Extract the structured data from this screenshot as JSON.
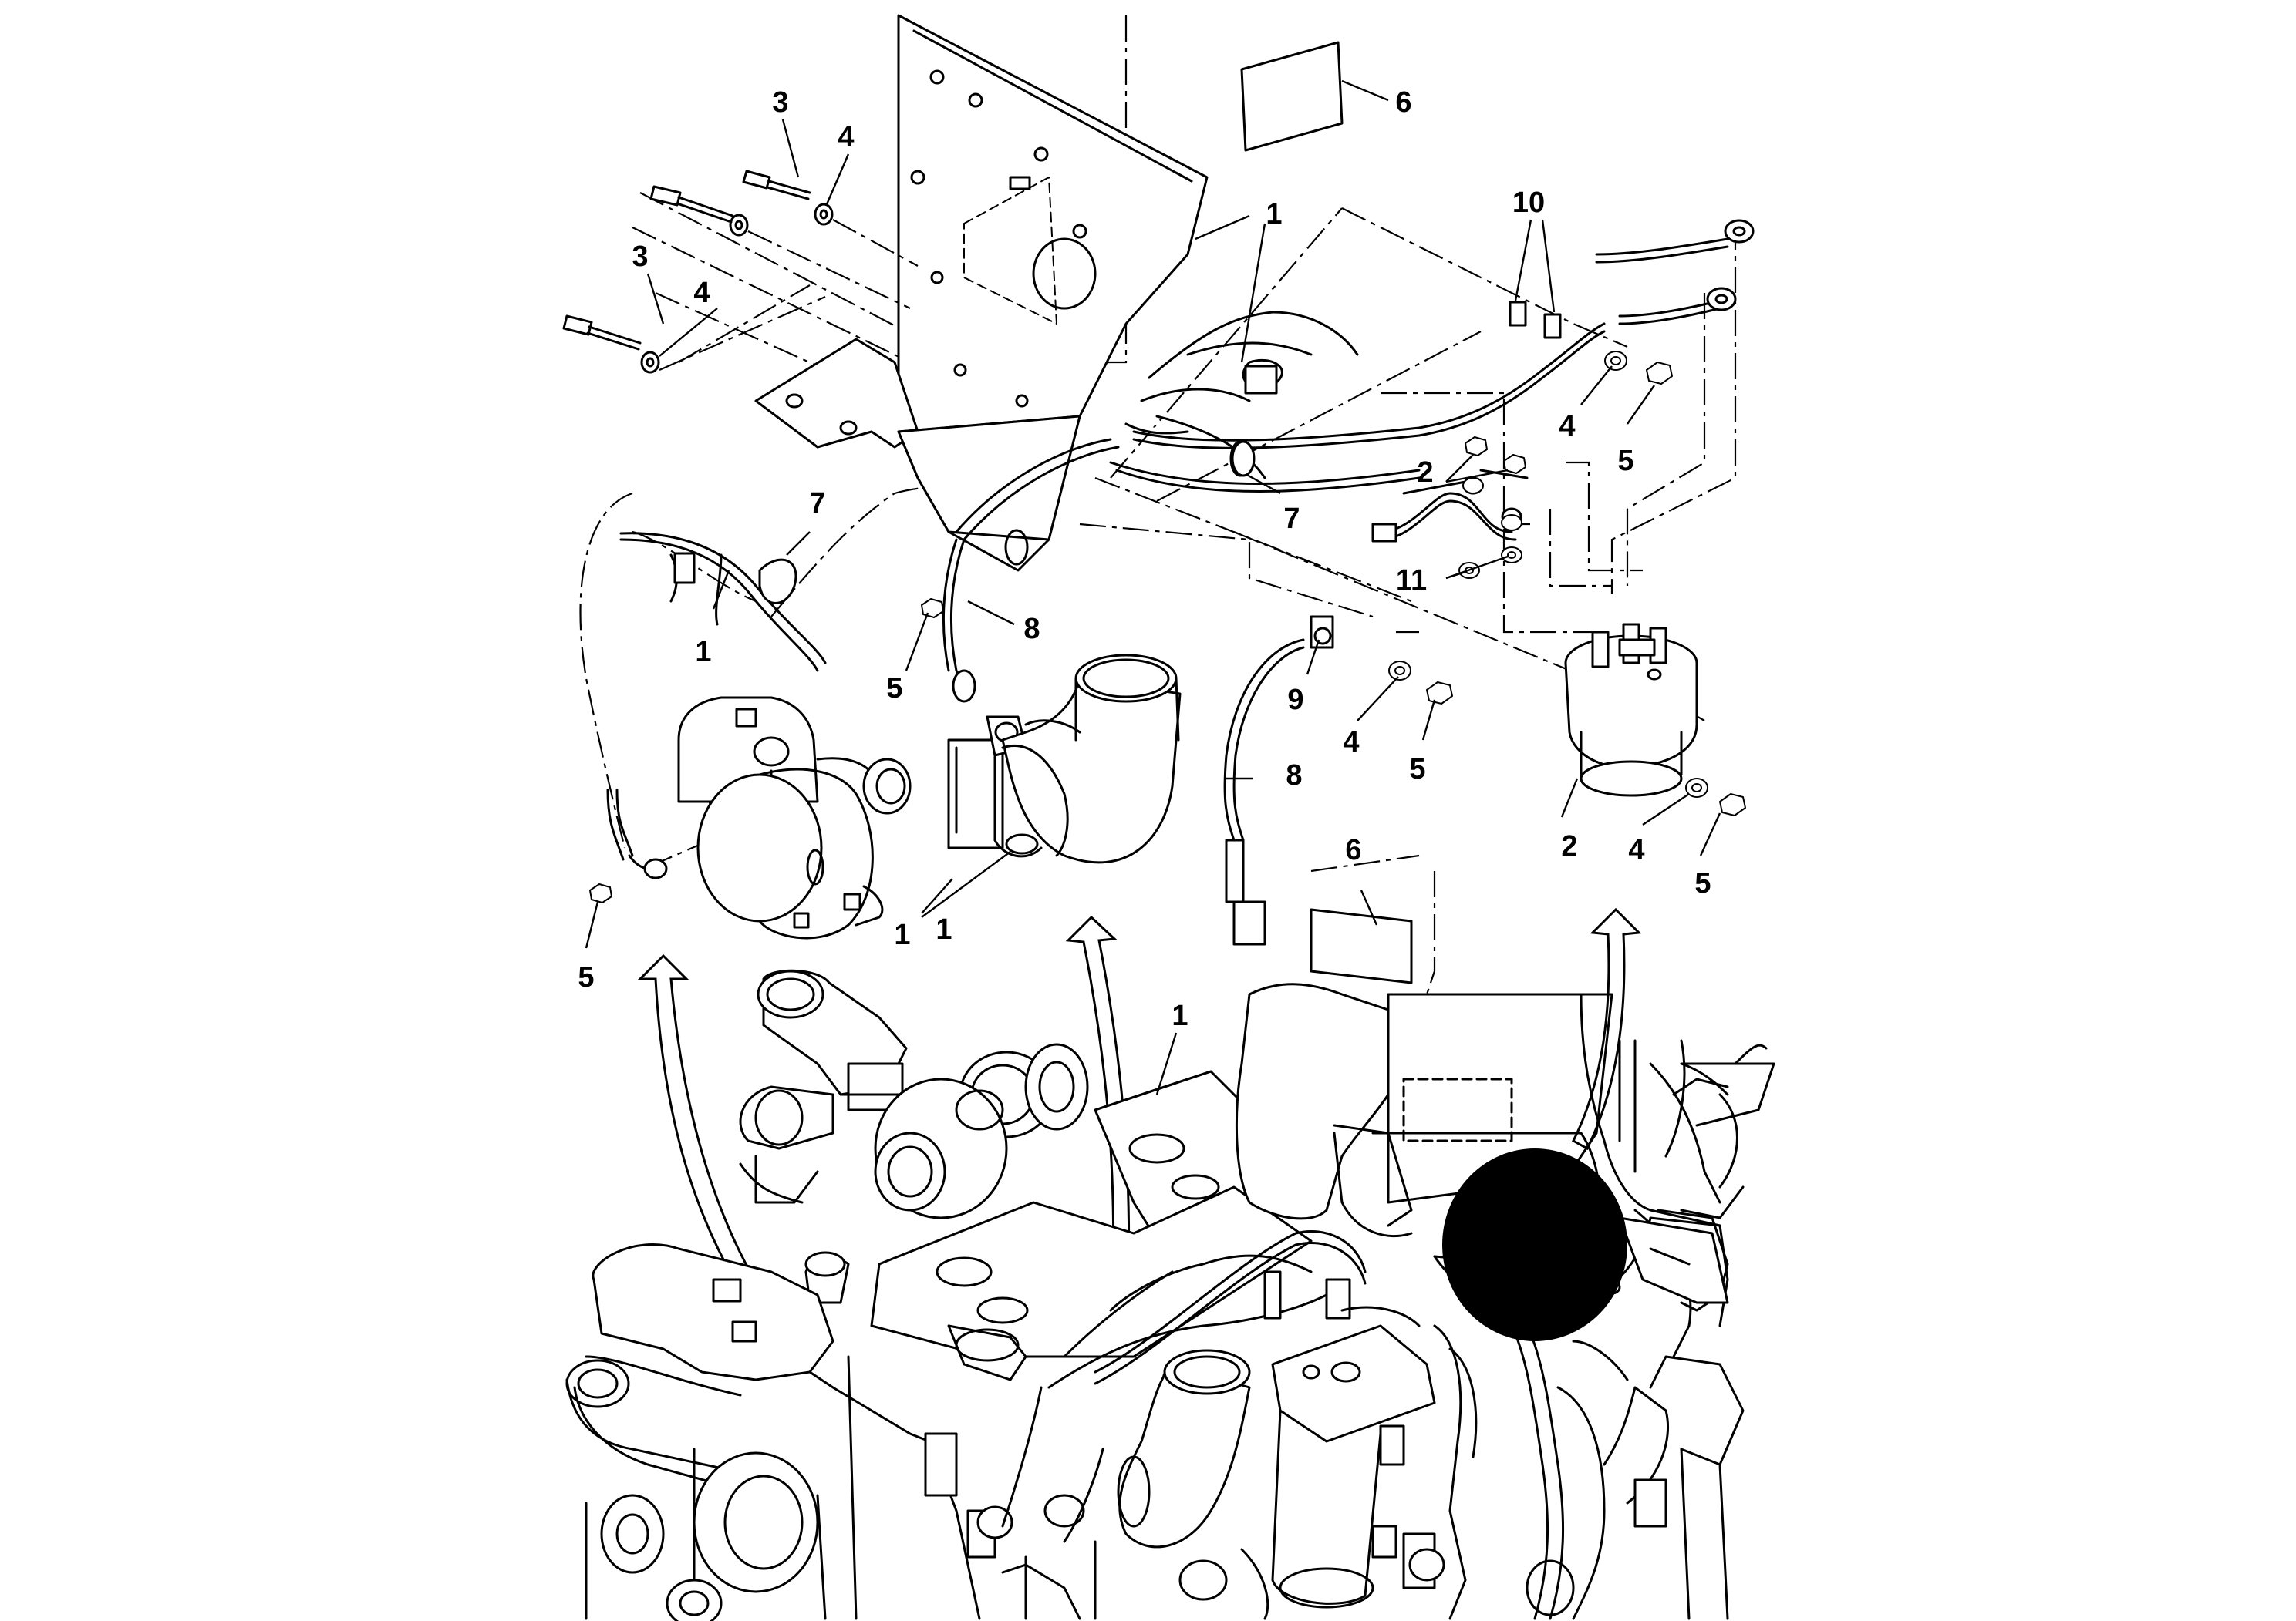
{
  "callouts": [
    {
      "id": "c1",
      "label": "3"
    },
    {
      "id": "c2",
      "label": "4"
    },
    {
      "id": "c3",
      "label": "3"
    },
    {
      "id": "c4",
      "label": "4"
    },
    {
      "id": "c5",
      "label": "6"
    },
    {
      "id": "c6",
      "label": "1"
    },
    {
      "id": "c7",
      "label": "10"
    },
    {
      "id": "c8",
      "label": "4"
    },
    {
      "id": "c9",
      "label": "5"
    },
    {
      "id": "c10",
      "label": "2"
    },
    {
      "id": "c11",
      "label": "7"
    },
    {
      "id": "c12",
      "label": "11"
    },
    {
      "id": "c13",
      "label": "7"
    },
    {
      "id": "c14",
      "label": "1"
    },
    {
      "id": "c15",
      "label": "8"
    },
    {
      "id": "c16",
      "label": "5"
    },
    {
      "id": "c17",
      "label": "9"
    },
    {
      "id": "c18",
      "label": "4"
    },
    {
      "id": "c19",
      "label": "5"
    },
    {
      "id": "c20",
      "label": "8"
    },
    {
      "id": "c21",
      "label": "2"
    },
    {
      "id": "c22",
      "label": "4"
    },
    {
      "id": "c23",
      "label": "5"
    },
    {
      "id": "c24",
      "label": "6"
    },
    {
      "id": "c25",
      "label": "1"
    },
    {
      "id": "c26",
      "label": "1"
    },
    {
      "id": "c27",
      "label": "5"
    },
    {
      "id": "c28",
      "label": "1"
    }
  ]
}
